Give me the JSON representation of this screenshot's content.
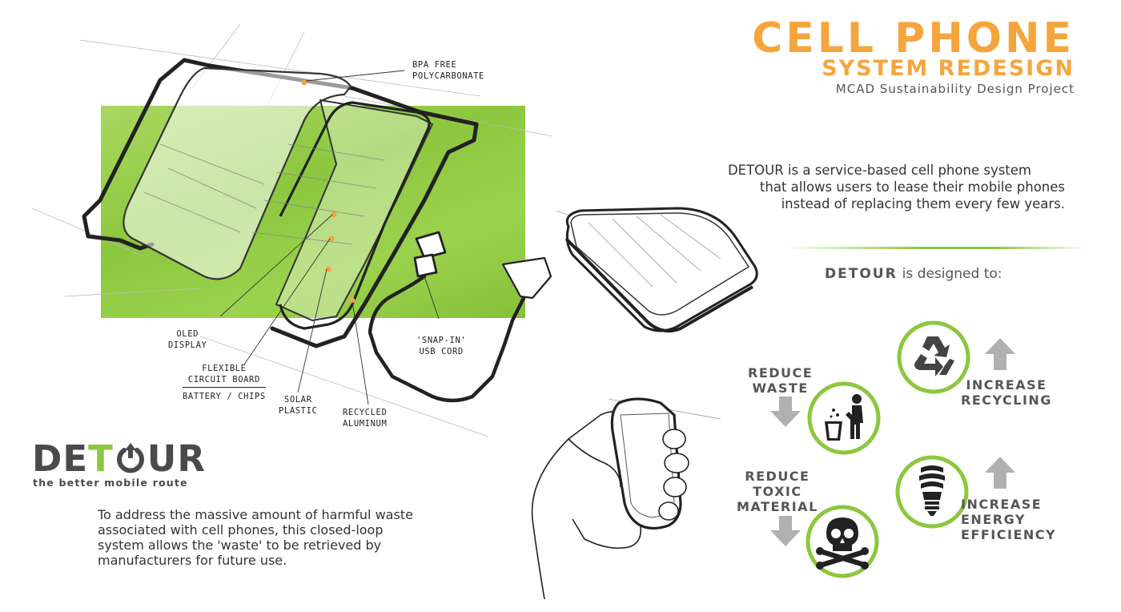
{
  "title": {
    "main": "CELL PHONE",
    "sub": "SYSTEM REDESIGN",
    "project": "MCAD Sustainability Design Project"
  },
  "intro": {
    "line1": "DETOUR is a service-based cell phone system",
    "line2": "that allows users to lease their mobile phones",
    "line3": "instead of replacing them every few years."
  },
  "designed": {
    "brand": "DETOUR",
    "text": "is designed to:"
  },
  "goals": {
    "reduce_waste": [
      "REDUCE",
      "WASTE"
    ],
    "reduce_toxic": [
      "REDUCE",
      "TOXIC",
      "MATERIAL"
    ],
    "increase_recycling": [
      "INCREASE",
      "RECYCLING"
    ],
    "increase_energy": [
      "INCREASE",
      "ENERGY",
      "EFFICIENCY"
    ]
  },
  "logo": {
    "part1": "DE",
    "part2": "T",
    "part4": "UR",
    "tagline": "the better mobile route"
  },
  "closing": {
    "line1": "To address the massive amount of harmful waste",
    "line2": "associated with cell phones,  this closed-loop",
    "line3": "system allows the 'waste' to be retrieved by",
    "line4": "manufacturers for future use."
  },
  "annotations": {
    "bpa": [
      "BPA FREE",
      "POLYCARBONATE"
    ],
    "oled": [
      "OLED",
      "DISPLAY"
    ],
    "flex": [
      "FLEXIBLE",
      "CIRCUIT BOARD"
    ],
    "battery": "BATTERY / CHIPS",
    "solar": [
      "SOLAR",
      "PLASTIC"
    ],
    "aluminum": [
      "RECYCLED",
      "ALUMINUM"
    ],
    "usb": [
      "'SNAP-IN'",
      "USB CORD"
    ]
  },
  "colors": {
    "accent_orange": "#f6a53c",
    "accent_green": "#8cc73f",
    "text_gray": "#555555",
    "icon_gray": "#b0b0b0"
  }
}
